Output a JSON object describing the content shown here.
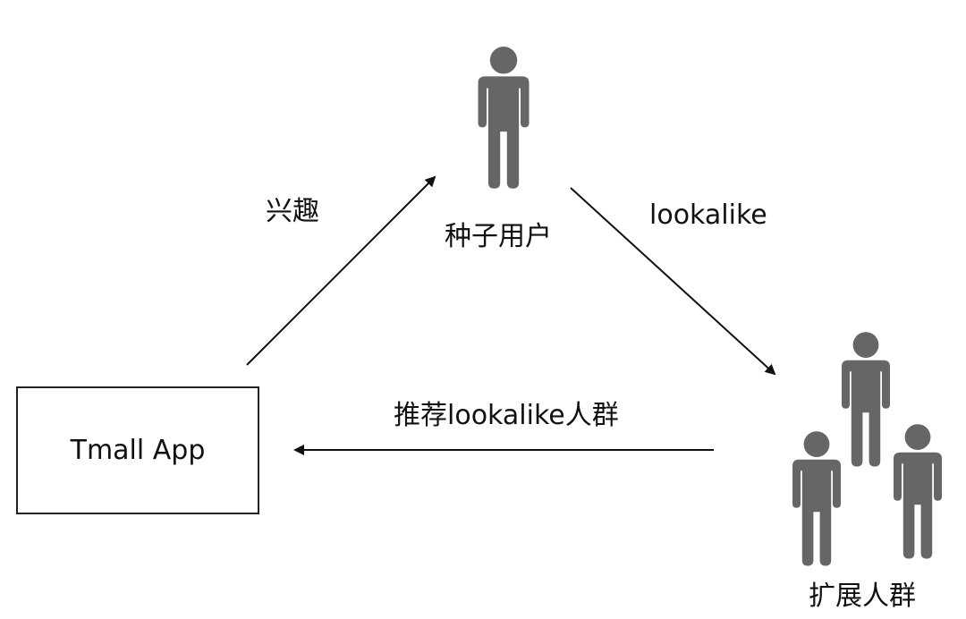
{
  "nodes": {
    "seed_user": {
      "label": "种子用户"
    },
    "expanded_group": {
      "label": "扩展人群"
    },
    "app": {
      "label": "Tmall App"
    }
  },
  "edges": {
    "interest": {
      "label": "兴趣"
    },
    "lookalike": {
      "label": "lookalike"
    },
    "recommend": {
      "label": "推荐lookalike人群"
    }
  },
  "colors": {
    "person": "#666666",
    "line": "#111111"
  },
  "icons": {
    "person": "person-icon"
  }
}
